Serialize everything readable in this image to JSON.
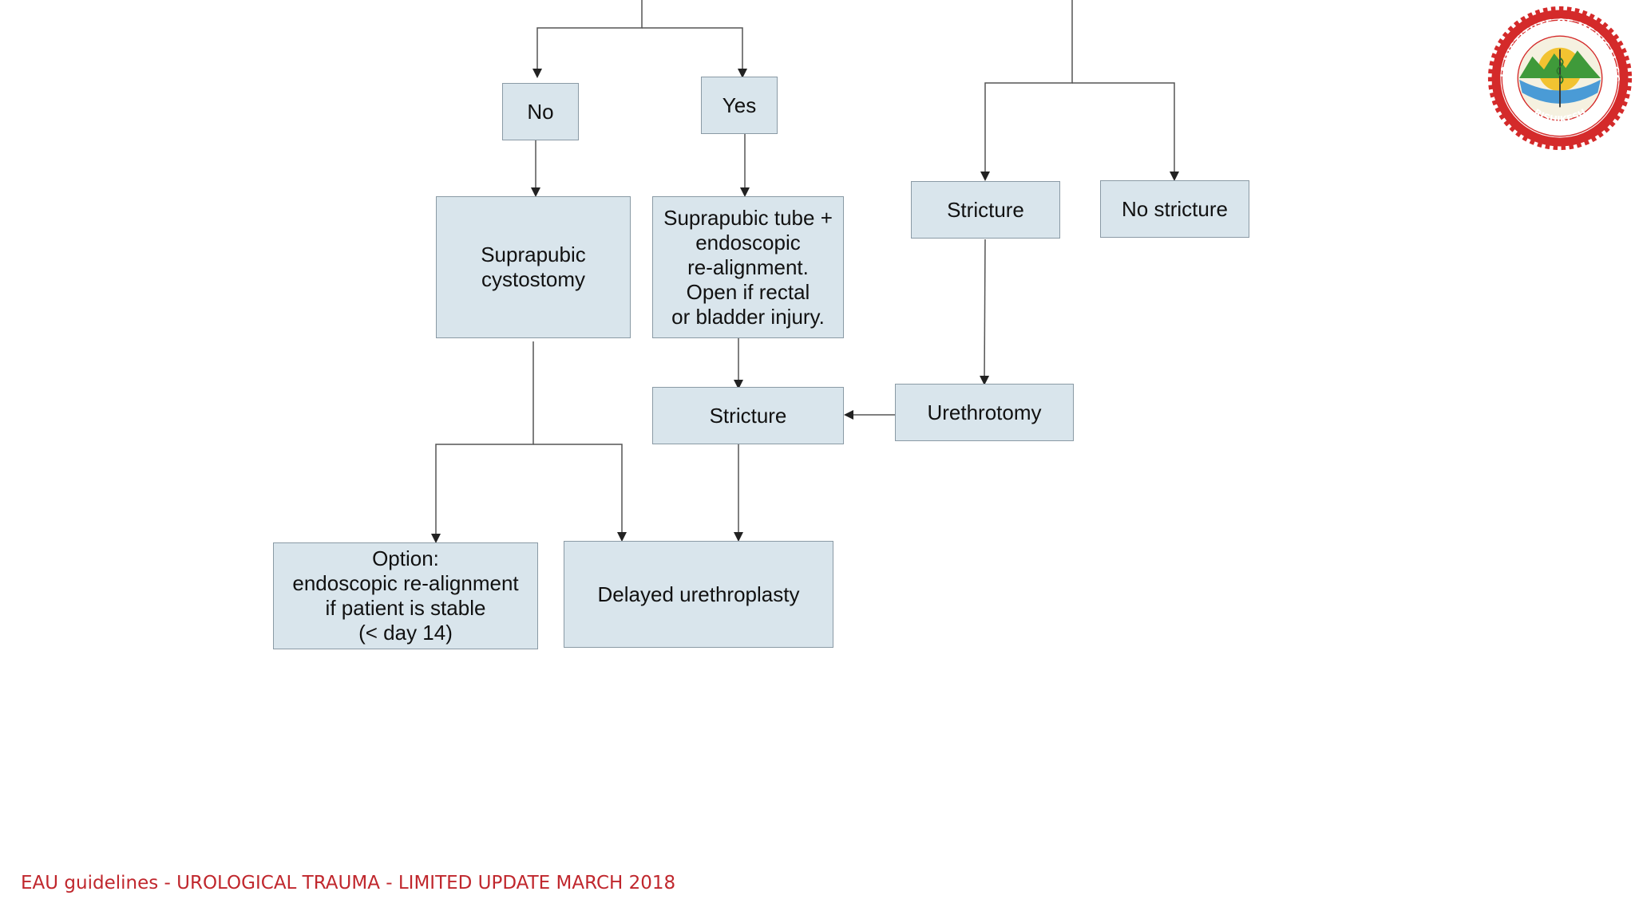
{
  "diagram": {
    "nodes": {
      "no": "No",
      "yes": "Yes",
      "suprapubic_cystostomy": "Suprapubic\ncystostomy",
      "suprapubic_tube": "Suprapubic tube +\nendoscopic\nre-alignment.\nOpen if rectal\nor bladder injury.",
      "stricture_right": "Stricture",
      "no_stricture": "No stricture",
      "stricture_mid": "Stricture",
      "urethrotomy": "Urethrotomy",
      "option": "Option:\nendoscopic re-alignment\nif patient is stable\n(< day 14)",
      "delayed_urethroplasty": "Delayed urethroplasty"
    }
  },
  "footer": {
    "citation": "EAU guidelines - UROLOGICAL TRAUMA - LIMITED UPDATE MARCH 2018"
  },
  "logo": {
    "name": "aiims-rishikesh-logo",
    "ring_text": "ALL INDIA INSTITUTE OF MEDICAL SCIENCES",
    "bottom_text": "RISHIKESH",
    "colors": {
      "ring": "#d42a2a",
      "sun": "#f2c331",
      "hills": "#3f9a3a",
      "water": "#4a9bd6"
    }
  },
  "colors": {
    "node_fill": "#d9e5ec",
    "node_border": "#8a9aa5",
    "connector": "#444444",
    "footer_text": "#c0272d"
  }
}
